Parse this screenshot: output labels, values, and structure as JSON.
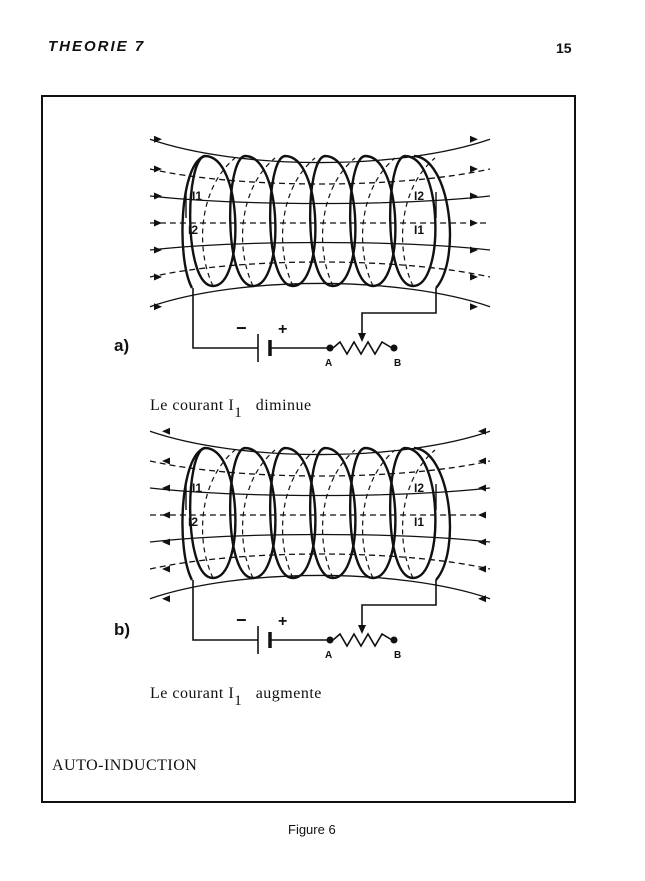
{
  "header": {
    "chapter": "THEORIE 7",
    "page_number": "15"
  },
  "figure": {
    "panel_a": {
      "label": "a)",
      "caption_prefix": "Le courant I",
      "caption_sub": "1",
      "caption_suffix": "diminue",
      "coil_labels_left": [
        "I1",
        "I2"
      ],
      "coil_labels_right": [
        "I2",
        "I1"
      ],
      "terminal_a": "A",
      "terminal_b": "B",
      "battery_minus": "−",
      "battery_plus": "+"
    },
    "panel_b": {
      "label": "b)",
      "caption_prefix": "Le courant I",
      "caption_sub": "1",
      "caption_suffix": "augmente",
      "coil_labels_left": [
        "I1",
        "I2"
      ],
      "coil_labels_right": [
        "I2",
        "I1"
      ],
      "terminal_a": "A",
      "terminal_b": "B",
      "battery_minus": "−",
      "battery_plus": "+"
    },
    "title": "AUTO-INDUCTION",
    "caption": "Figure 6"
  }
}
